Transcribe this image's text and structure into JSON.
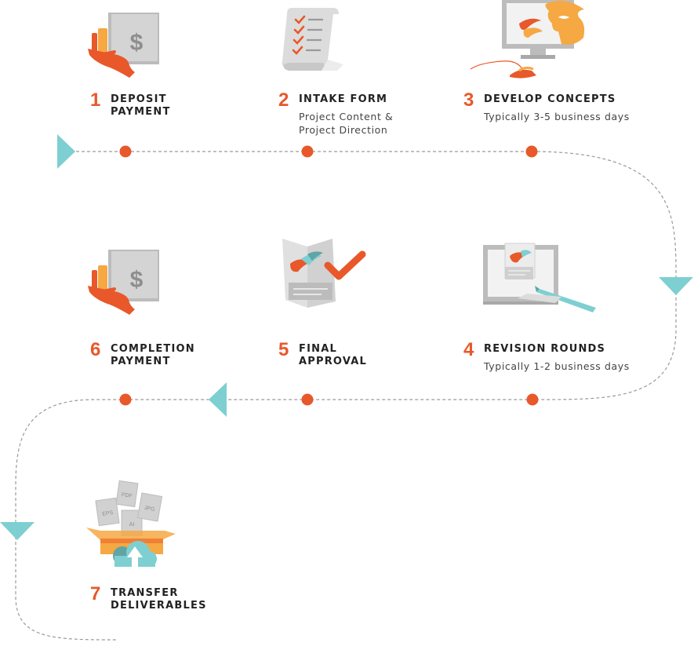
{
  "steps": [
    {
      "number": "1",
      "title": "DEPOSIT\nPAYMENT",
      "sub": "",
      "icon": "deposit-payment-icon"
    },
    {
      "number": "2",
      "title": "INTAKE FORM",
      "sub": "Project Content &\nProject Direction",
      "icon": "intake-form-icon"
    },
    {
      "number": "3",
      "title": "DEVELOP CONCEPTS",
      "sub": "Typically 3-5 business days",
      "icon": "develop-concepts-icon"
    },
    {
      "number": "4",
      "title": "REVISION ROUNDS",
      "sub": "Typically 1-2 business days",
      "icon": "revision-rounds-icon"
    },
    {
      "number": "5",
      "title": "FINAL\nAPPROVAL",
      "sub": "",
      "icon": "final-approval-icon"
    },
    {
      "number": "6",
      "title": "COMPLETION\nPAYMENT",
      "sub": "",
      "icon": "completion-payment-icon"
    },
    {
      "number": "7",
      "title": "TRANSFER\nDELIVERABLES",
      "sub": "",
      "icon": "transfer-deliverables-icon"
    }
  ],
  "file_labels": [
    "PDF",
    "EPS",
    "AI",
    "JPG"
  ],
  "colors": {
    "accent": "#e8582a",
    "teal": "#7ecfd1",
    "dark_teal": "#5fa5a5",
    "orange_light": "#f6a843",
    "gray": "#d1d1d1",
    "gray_dark": "#bcbcbc",
    "path": "#9a9a9a"
  }
}
